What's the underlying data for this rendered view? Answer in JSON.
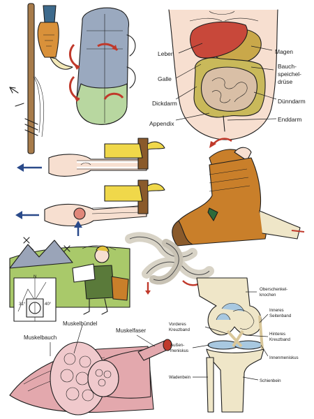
{
  "panels": {
    "digestion": {
      "labels": {
        "leber": "Leber",
        "galle": "Galle",
        "dickdarm": "Dickdarm",
        "appendix": "Appendix",
        "magen": "Magen",
        "bauchspeichel_1": "Bauch-",
        "bauchspeichel_2": "speichel-",
        "bauchspeichel_3": "drüse",
        "duenndarm": "Dünndarm",
        "enddarm": "Enddarm"
      }
    },
    "map": {
      "labels": {
        "bearing_left": "31°",
        "bearing_right": "40°",
        "north": "N"
      }
    },
    "muscle": {
      "labels": {
        "muskelbuendel": "Muskelbündel",
        "muskelbauch": "Muskelbauch",
        "muskelfaser": "Muskelfaser"
      }
    },
    "knee": {
      "labels": {
        "oberschenkel_1": "Oberschenkel-",
        "oberschenkel_2": "knochen",
        "inneres_1": "Inneres",
        "inneres_2": "Seitenband",
        "vorderes_1": "Vorderes",
        "vorderes_2": "Kreuzband",
        "hinteres_1": "Hinteres",
        "hinteres_2": "Kreuzband",
        "aussen_1": "Außen-",
        "aussen_2": "meniskus",
        "innenmeniskus": "Innenmeniskus",
        "wadenbein": "Wadenbein",
        "schienbein": "Schienbein"
      }
    }
  },
  "colors": {
    "liver": "#c8483a",
    "stomach": "#c9a84a",
    "intestine": "#d9bfa6",
    "colon": "#c9b95a",
    "skin": "#f7dfd0",
    "boot": "#c97f2a",
    "pack": "#9aa9bf",
    "muscle": "#e3a8ad",
    "bone": "#efe6c8",
    "cartilage": "#a8c8e0",
    "arrow_red": "#c0392b",
    "arrow_blue": "#2a4a8a",
    "meadow": "#a9c96a"
  }
}
